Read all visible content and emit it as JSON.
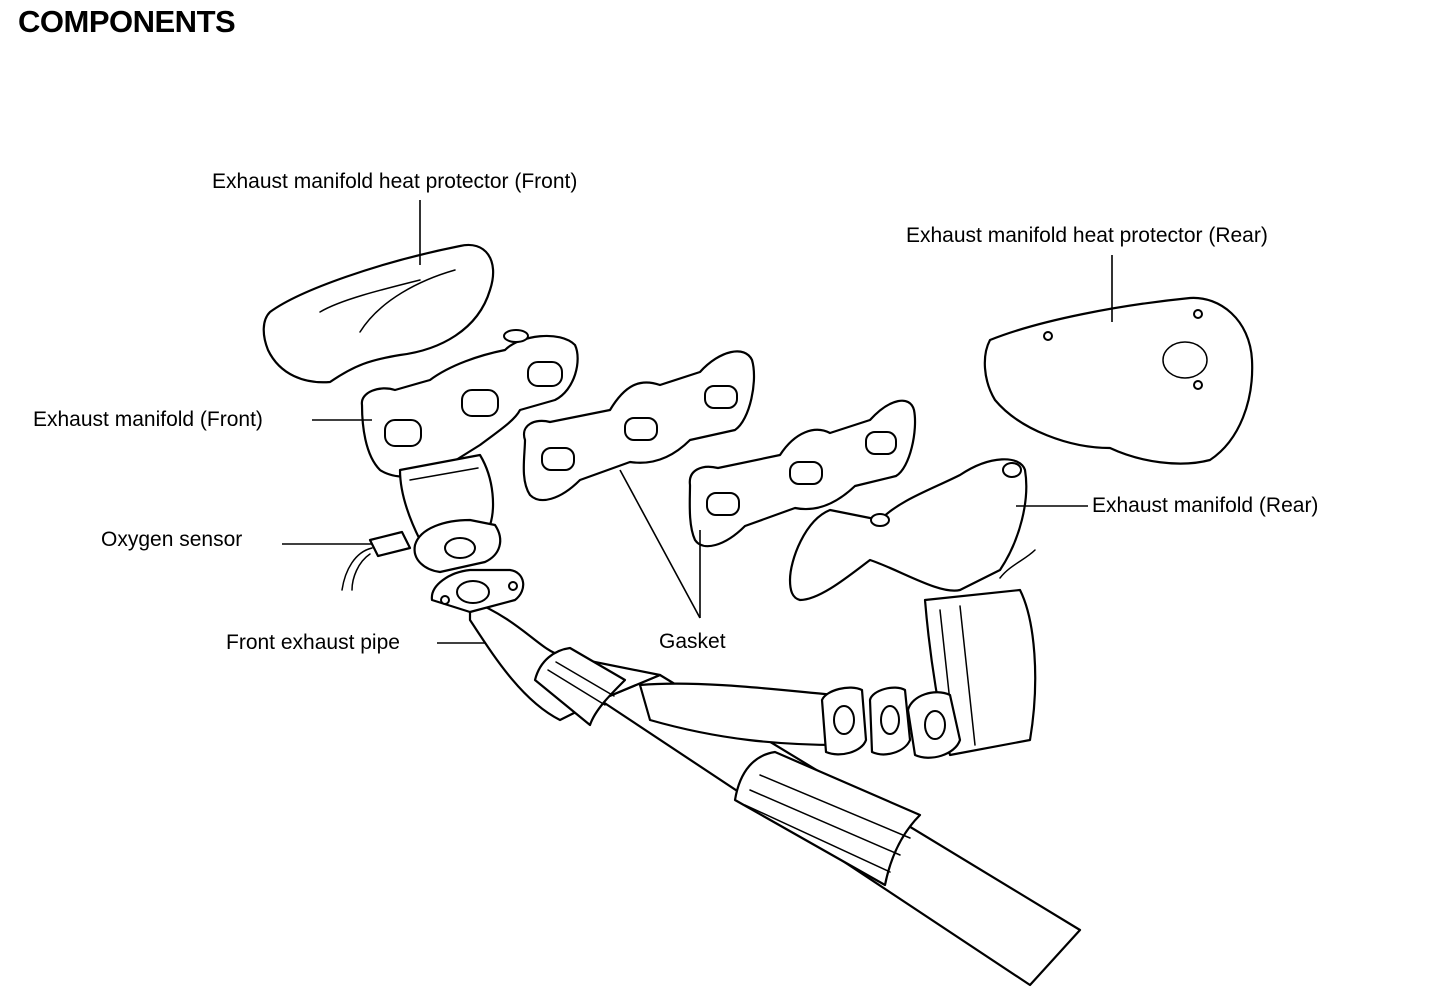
{
  "title": "COMPONENTS",
  "labels": {
    "heat_protector_front": "Exhaust manifold heat protector (Front)",
    "heat_protector_rear": "Exhaust manifold heat protector (Rear)",
    "manifold_front": "Exhaust manifold (Front)",
    "manifold_rear": "Exhaust manifold (Rear)",
    "oxygen_sensor": "Oxygen sensor",
    "front_exhaust_pipe": "Front exhaust pipe",
    "gasket": "Gasket"
  }
}
